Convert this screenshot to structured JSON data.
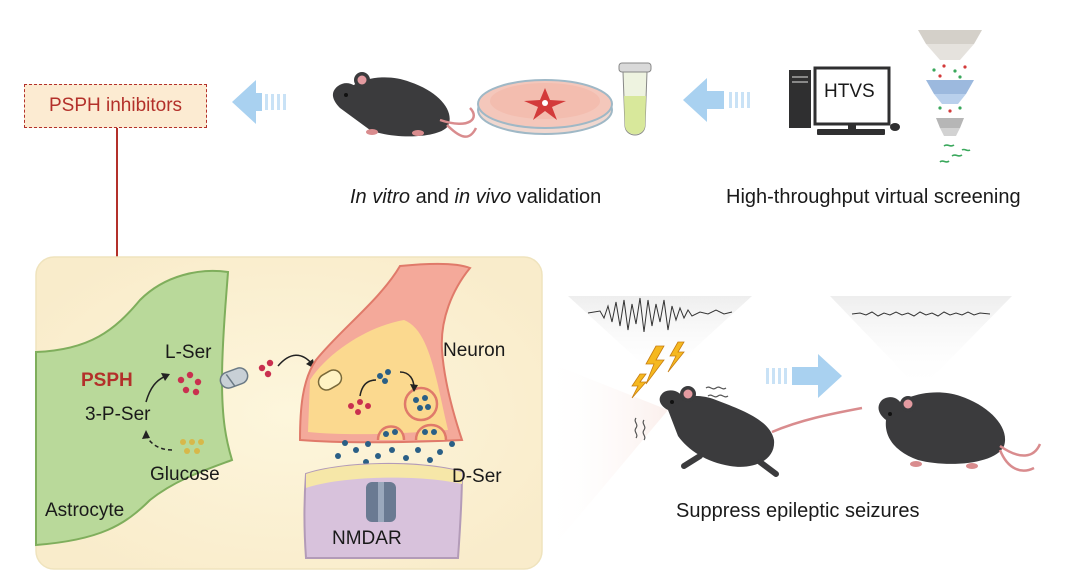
{
  "top": {
    "inhibitor_box": "PSPH inhibitors",
    "validation_caption_prefix_italic": "In vitro",
    "validation_caption_middle": " and ",
    "validation_caption_italic2": "in vivo",
    "validation_caption_suffix": " validation",
    "screening_caption": "High-throughput virtual screening",
    "monitor_label": "HTVS"
  },
  "panel": {
    "enzyme": "PSPH",
    "l_ser": "L-Ser",
    "three_p_ser": "3-P-Ser",
    "glucose": "Glucose",
    "astrocyte": "Astrocyte",
    "neuron": "Neuron",
    "d_ser": "D-Ser",
    "nmdar": "NMDAR"
  },
  "outcome": {
    "caption": "Suppress epileptic seizures"
  },
  "colors": {
    "inhibitor_red": "#b3302a",
    "inhibitor_fill": "#fcebd2",
    "astrocyte_green": "#b9d99a",
    "neuron_pink": "#f4a99a",
    "neuron_fill": "#fbd98f",
    "arrow_blue": "#a9d1f0",
    "mouse_dark": "#3b3b3d",
    "panel_bg": "#fbf6e6"
  }
}
